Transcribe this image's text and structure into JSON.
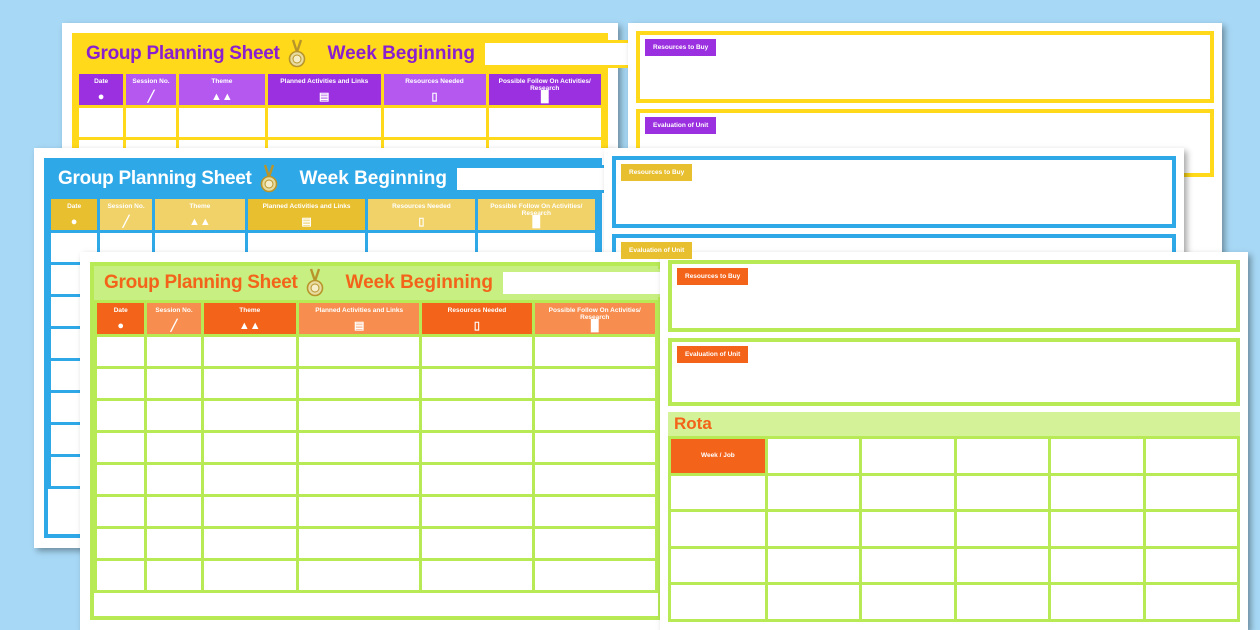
{
  "background_color": "#a7d8f5",
  "sheet_common": {
    "title": "Group Planning Sheet",
    "week_beginning_label": "Week Beginning",
    "week_beginning_value": "",
    "medal_icon": "medal-icon",
    "columns": [
      {
        "label": "Date",
        "icon": "clock-icon",
        "glyph": "●"
      },
      {
        "label": "Session No.",
        "icon": "pencil-icon",
        "glyph": "╱"
      },
      {
        "label": "Theme",
        "icon": "people-icon",
        "glyph": "⚐"
      },
      {
        "label": "Planned Activities and Links",
        "icon": "book-icon",
        "glyph": "▤"
      },
      {
        "label": "Resources Needed",
        "icon": "note-icon",
        "glyph": "▯"
      },
      {
        "label": "Possible Follow On Activities/ Research",
        "icon": "computer-icon",
        "glyph": "■"
      }
    ],
    "panel": {
      "resources_to_buy": "Resources to Buy",
      "evaluation_of_unit": "Evaluation of Unit",
      "rota_title": "Rota",
      "rota_header": "Week / Job"
    }
  },
  "sheets": [
    {
      "id": "purple-yellow",
      "name": "Group Planning Sheet - Purple",
      "accent": "#ffd91a",
      "header_color": "#9b30e0",
      "title_color": "#8a1fd0",
      "title_bar_color": "#ffd91a",
      "title": "Group Planning Sheet",
      "week_beginning_label": "Week Beginning"
    },
    {
      "id": "blue-gold",
      "name": "Group Planning Sheet - Blue",
      "accent": "#2fa8e8",
      "header_color": "#e8bf2e",
      "title_color": "#ffffff",
      "title_bar_color": "#2fa8e8",
      "title": "Group Planning Sheet",
      "week_beginning_label": "Week Beginning"
    },
    {
      "id": "green-orange",
      "name": "Group Planning Sheet - Green",
      "accent": "#b8ea55",
      "header_color": "#f3631a",
      "title_color": "#f3631a",
      "title_bar_color": "#c8ef82",
      "title": "Group Planning Sheet",
      "week_beginning_label": "Week Beginning"
    }
  ]
}
